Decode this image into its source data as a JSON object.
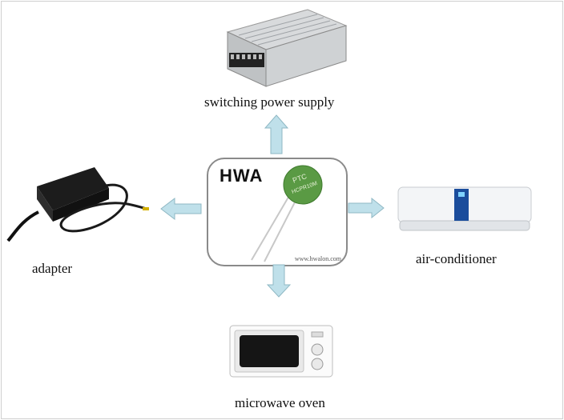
{
  "colors": {
    "arrow_fill": "#bfe0ea",
    "arrow_stroke": "#8fb8c4",
    "ptc_disc": "#5a9a44",
    "frame": "#8a8a8a"
  },
  "center": {
    "logo": "HWA",
    "disc_line1": "PTC",
    "disc_line2": "HCPR10M",
    "url": "www.hwalon.com"
  },
  "labels": {
    "top": "switching power supply",
    "left": "adapter",
    "right": "air-conditioner",
    "bottom": "microwave oven"
  }
}
